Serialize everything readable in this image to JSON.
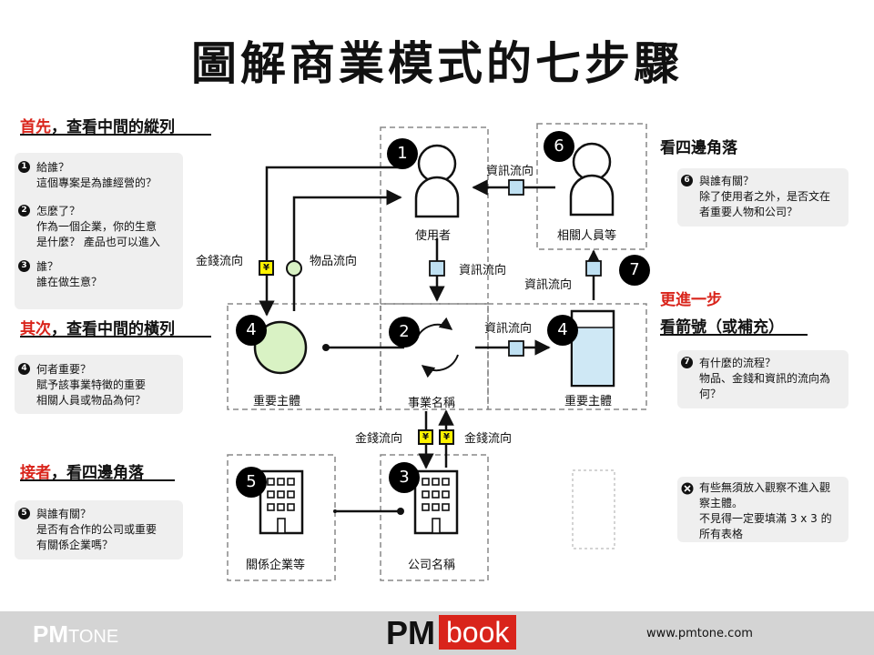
{
  "title": "圖解商業模式的七步驟",
  "sections": {
    "first": {
      "red": "首先",
      "rest": "，查看中間的縱列"
    },
    "second": {
      "red": "其次",
      "rest": "，查看中間的橫列"
    },
    "third": {
      "red": "接者",
      "rest": "，看四邊角落"
    },
    "corners": "看四邊角落",
    "further": "更進一步",
    "arrows": "看箭號（或補充）"
  },
  "notes": {
    "q1": {
      "num": "1",
      "lines": [
        "給誰？",
        "這個專案是為誰經營的？"
      ]
    },
    "q2": {
      "num": "2",
      "lines": [
        "怎麼了？",
        "作為一個企業，你的生意",
        "是什麼？ 產品也可以進入"
      ]
    },
    "q3": {
      "num": "3",
      "lines": [
        "誰？",
        "誰在做生意？"
      ]
    },
    "q4": {
      "num": "4",
      "lines": [
        "何者重要？",
        "賦予該事業特徵的重要",
        "相關人員或物品為何？"
      ]
    },
    "q5": {
      "num": "5",
      "lines": [
        "與誰有關？",
        "是否有合作的公司或重要",
        "有關係企業嗎？"
      ]
    },
    "q6": {
      "num": "6",
      "lines": [
        "與誰有關？",
        "除了使用者之外，是否文在",
        "者重要人物和公司？"
      ]
    },
    "q7": {
      "num": "7",
      "lines": [
        "有什麼的流程？",
        "物品、金錢和資訊的流向為",
        "何？"
      ]
    },
    "qx": {
      "lines": [
        "有些無須放入觀察不進入觀",
        "察主體。",
        "不見得一定要填滿 3 x 3 的",
        "所有表格"
      ]
    }
  },
  "badges": [
    "1",
    "2",
    "3",
    "4",
    "4",
    "5",
    "6",
    "7"
  ],
  "diagram": {
    "user": "使用者",
    "related": "相關人員等",
    "key_left": "重要主體",
    "business": "事業名稱",
    "key_right": "重要主體",
    "affiliate": "關係企業等",
    "company": "公司名稱",
    "money_flow": "金錢流向",
    "goods_flow": "物品流向",
    "info_flow": "資訊流向",
    "yen": "¥"
  },
  "footer": {
    "logo_left_pm": "PM",
    "logo_left_tone": "TONE",
    "logo_pm": "PM",
    "logo_book": "book",
    "url": "www.pmtone.com"
  }
}
